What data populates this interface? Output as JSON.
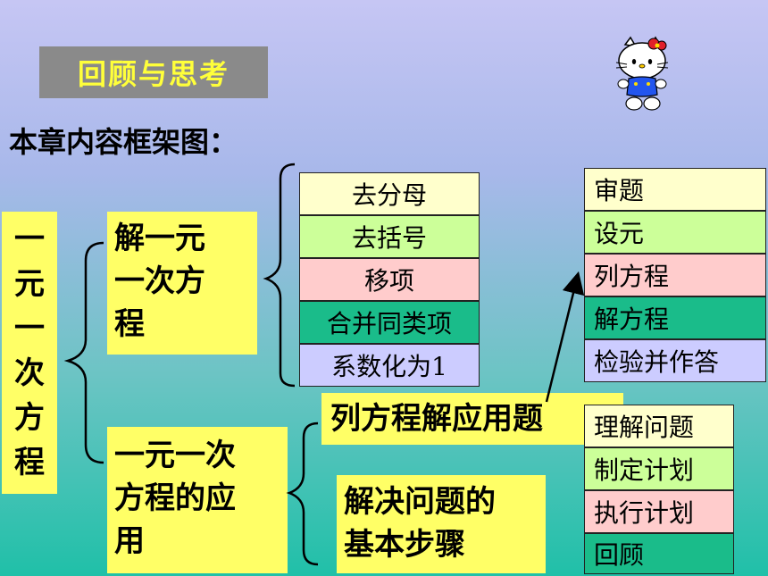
{
  "title": "回顾与思考",
  "subtitle": "本章内容框架图：",
  "main_topic_chars": [
    "一",
    "元",
    "一",
    "次",
    "方",
    "程"
  ],
  "solve": {
    "lines": [
      "解一元",
      "一次方",
      "程"
    ],
    "steps": [
      "去分母",
      "去括号",
      "移项",
      "合并同类项",
      "系数化为1"
    ]
  },
  "apply": {
    "lines": [
      "一元一次",
      "方程的应",
      "用"
    ],
    "word_problem": "列方程解应用题",
    "word_steps": [
      "审题",
      "设元",
      "列方程",
      "解方程",
      "检验并作答"
    ],
    "basic_steps_lines": [
      "解决问题的",
      "基本步骤"
    ],
    "basic_steps": [
      "理解问题",
      "制定计划",
      "执行计划",
      "回顾"
    ]
  },
  "colors": {
    "title_bg": "#8a8a8a",
    "title_text": "#ffff3a",
    "box_yellow": "#ffff66",
    "step_cream": "#ffffcc",
    "step_light_green": "#ccff99",
    "step_pink": "#ffcccc",
    "step_teal": "#1abc8a",
    "step_lavender": "#ccccff"
  },
  "mascot": "hello-kitty"
}
